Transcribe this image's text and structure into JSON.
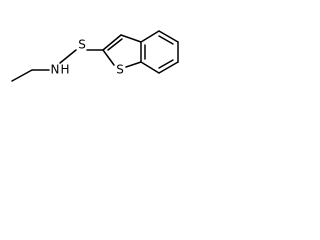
{
  "molecule": {
    "atoms": {
      "sulfur_linker": "S",
      "nitrogen": "N",
      "hydrogen": "H",
      "sulfur_ring": "S"
    }
  }
}
